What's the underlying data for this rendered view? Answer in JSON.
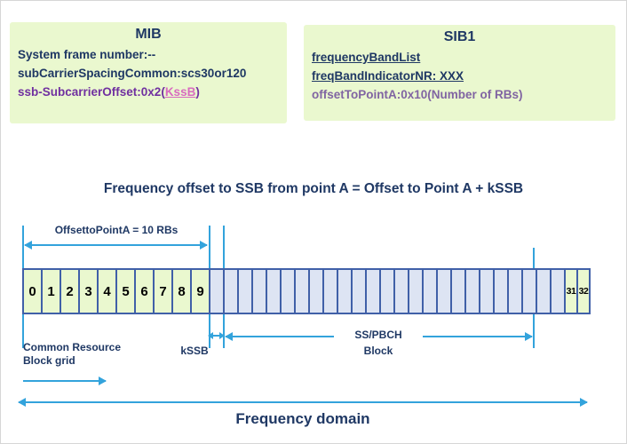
{
  "colors": {
    "box_background": "#eaf8cf",
    "navy_text": "#1f3864",
    "purple_text": "#7030a0",
    "soft_purple_text": "#8064a2",
    "pink_link_text": "#d86abf",
    "arrow_blue": "#33a3dc",
    "grid_border_blue": "#4060a8",
    "empty_cell_fill": "#dde4f3"
  },
  "mib": {
    "title": "MIB",
    "line1": "System frame number:--",
    "line2": "subCarrierSpacingCommon:scs30or120",
    "line3_prefix": "ssb-SubcarrierOffset:0x2(",
    "line3_kssb": "KssB",
    "line3_suffix": ")"
  },
  "sib1": {
    "title": "SIB1",
    "line1": "frequencyBandList",
    "line2": "freqBandIndicatorNR: XXX",
    "line3": "offsetToPointA:0x10(Number of RBs)"
  },
  "heading": "Frequency offset to SSB from point A = Offset to Point A + kSSB",
  "diagram": {
    "offset_label": "OffsettoPointA = 10 RBs",
    "kssb_label": "kSSB",
    "sspbch_label_line1": "SS/PBCH",
    "sspbch_label_line2": "Block",
    "crb_label_line1": "Common Resource",
    "crb_label_line2": "Block grid",
    "freq_domain_label": "Frequency domain",
    "grid": {
      "numbered_cells": [
        "0",
        "1",
        "2",
        "3",
        "4",
        "5",
        "6",
        "7",
        "8",
        "9"
      ],
      "empty_cell_count": 25,
      "right_cells": [
        "31",
        "32"
      ]
    }
  }
}
